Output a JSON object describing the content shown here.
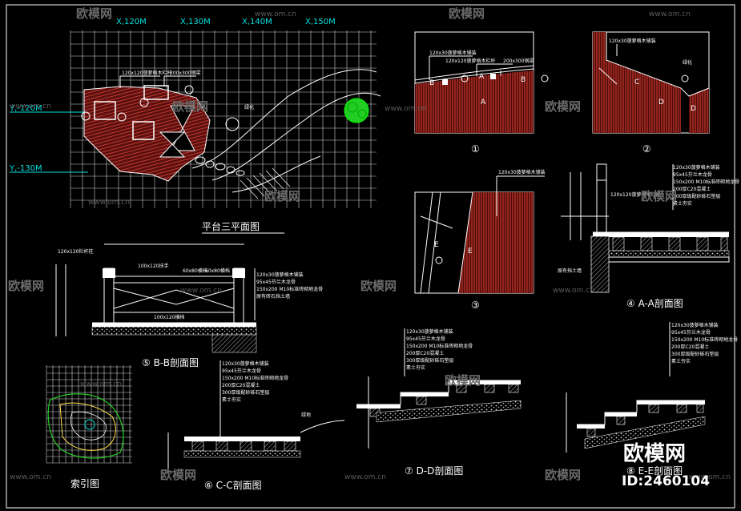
{
  "axes": {
    "x": [
      "X,120M",
      "X,130M",
      "X,140M",
      "X,150M"
    ],
    "y": [
      "Y,-120M",
      "Y,-130M"
    ]
  },
  "plan": {
    "title": "平台三平面图",
    "notes": [
      "120x120菠萝格木栏杆",
      "200x300钢梁",
      "绿化"
    ]
  },
  "detail1": {
    "num": "①",
    "notes": [
      "120x30菠萝格木铺装",
      "120x120菠萝格木栏杆",
      "200x300钢梁"
    ],
    "marks": [
      "B",
      "A",
      "B",
      "A"
    ]
  },
  "detail2": {
    "num": "②",
    "notes": [
      "120x30菠萝格木铺装",
      "绿化"
    ],
    "marks": [
      "C",
      "D",
      "D"
    ]
  },
  "detail3": {
    "num": "③",
    "notes": [
      "120x30菠萝格木铺装"
    ],
    "marks": [
      "E",
      "E"
    ]
  },
  "secAA": {
    "title": "④ A-A剖面图",
    "notes": [
      "120x30菠萝格木铺装",
      "95x45芬兰木龙骨",
      "150x200 M10标准砖砌地龙骨",
      "200厚C20混凝土",
      "300厚级配砂砾石垫层",
      "素土夯实"
    ],
    "extra": [
      "120x120菠萝格木栏杆",
      "原有挡土墙"
    ]
  },
  "secBB": {
    "title": "⑤ B-B剖面图",
    "notes": [
      "120x30菠萝格木铺装",
      "95x45芬兰木龙骨",
      "150x200 M10标准砖砌地龙骨",
      "原有砖石挡土墙"
    ],
    "top": [
      "120x120栏杆柱",
      "100x120扶手",
      "60x80横档",
      "60x80横档",
      "100x120横档"
    ]
  },
  "secCC": {
    "title": "⑥ C-C剖面图",
    "notes": [
      "120x30菠萝格木铺装",
      "95x45芬兰木龙骨",
      "150x200 M10标准砖砌地龙骨",
      "200厚C20混凝土",
      "300厚级配砂砾石垫层",
      "素土夯实"
    ],
    "extra": [
      "绿地"
    ]
  },
  "secDD": {
    "title": "⑦ D-D剖面图",
    "notes": [
      "120x30菠萝格木铺装",
      "95x45芬兰木龙骨",
      "150x200 M10标准砖砌地龙骨",
      "200厚C20混凝土",
      "300厚级配砂砾石垫层",
      "素土夯实"
    ]
  },
  "secEE": {
    "title": "⑧ E-E剖面图",
    "notes": [
      "120x30菠萝格木铺装",
      "95x45芬兰木龙骨",
      "150x200 M10标准砖砌地龙骨",
      "200厚C20混凝土",
      "300厚级配砂砾石垫层",
      "素土夯实"
    ]
  },
  "index": {
    "title": "索引图"
  },
  "watermark": {
    "brand": "欧模网",
    "url": "www.om.cn",
    "id": "ID:2460104"
  },
  "colors": {
    "paving": "#c0392b",
    "axis": "#00e0e0",
    "grid": "#cfcfcf",
    "green": "#22cc22"
  }
}
